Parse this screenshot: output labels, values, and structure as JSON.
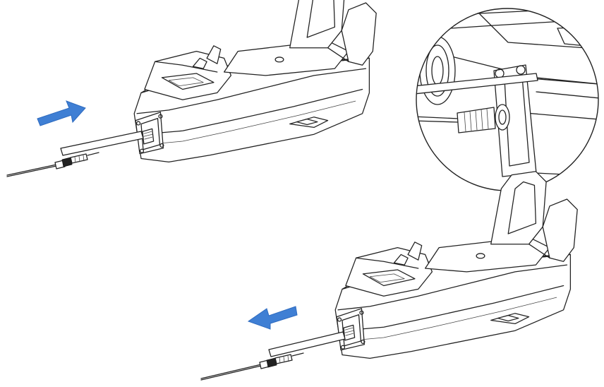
{
  "figure": {
    "panels": [
      {
        "name": "insert-step",
        "arrow_direction": "right"
      },
      {
        "name": "detail-view",
        "view": "magnified-cutaway"
      },
      {
        "name": "remove-step",
        "arrow_direction": "left"
      }
    ],
    "colors": {
      "arrow": "#3f7fd4",
      "line": "#222222",
      "background": "#ffffff"
    },
    "icons": [
      "arrow-right-icon",
      "arrow-left-icon",
      "cradle-illustration",
      "magnifier-circle"
    ]
  }
}
